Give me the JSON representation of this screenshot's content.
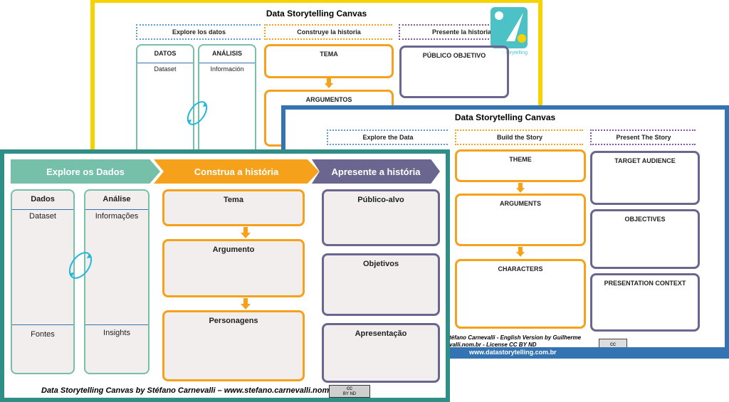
{
  "spanish": {
    "title": "Data Storytelling Canvas",
    "stage_explore": "Explore los datos",
    "stage_build": "Construye la historia",
    "stage_present": "Presente la historia",
    "datos": "DATOS",
    "analisis": "ANÁLISIS",
    "dataset": "Dataset",
    "informacion": "Información",
    "tema": "TEMA",
    "argumentos": "ARGUMENTOS",
    "publico": "PÚBLICO OBJETIVO",
    "logo_text": "torytelling"
  },
  "english": {
    "title": "Data Storytelling Canvas",
    "stage_explore": "Explore the Data",
    "stage_build": "Build the Story",
    "stage_present": "Present The Story",
    "theme": "THEME",
    "arguments": "ARGUMENTS",
    "characters": "CHARACTERS",
    "target": "TARGET AUDIENCE",
    "objectives": "OBJECTIVES",
    "context": "PRESENTATION CONTEXT",
    "credit_line1": "téfano Carnevalli  - English Version by Guilherme",
    "credit_line2": "valli.nom.br  - License CC BY ND",
    "url": "www.datastorytelling.com.br"
  },
  "portuguese": {
    "stage_explore": "Explore os Dados",
    "stage_build": "Construa a história",
    "stage_present": "Apresente a história",
    "dados": "Dados",
    "analise": "Análise",
    "dataset": "Dataset",
    "informacoes": "Informações",
    "fontes": "Fontes",
    "insights": "Insights",
    "tema": "Tema",
    "argumento": "Argumento",
    "personagens": "Personagens",
    "publico": "Público-alvo",
    "objetivos": "Objetivos",
    "apresentacao": "Apresentação",
    "credit": "Data Storytelling Canvas by Stéfano Carnevalli – www.stefano.carnevalli.nom.br",
    "license_top": "cc",
    "license_bottom": "BY   ND"
  },
  "colors": {
    "yellow": "#f5d200",
    "blue": "#3474b3",
    "teal": "#2f8f87",
    "green": "#76c0aa",
    "orange": "#f6a11b",
    "purple": "#6b6690"
  },
  "icons": [
    "cycle-arrows-icon",
    "down-arrow-icon",
    "creative-commons-icon",
    "logo-icon"
  ]
}
